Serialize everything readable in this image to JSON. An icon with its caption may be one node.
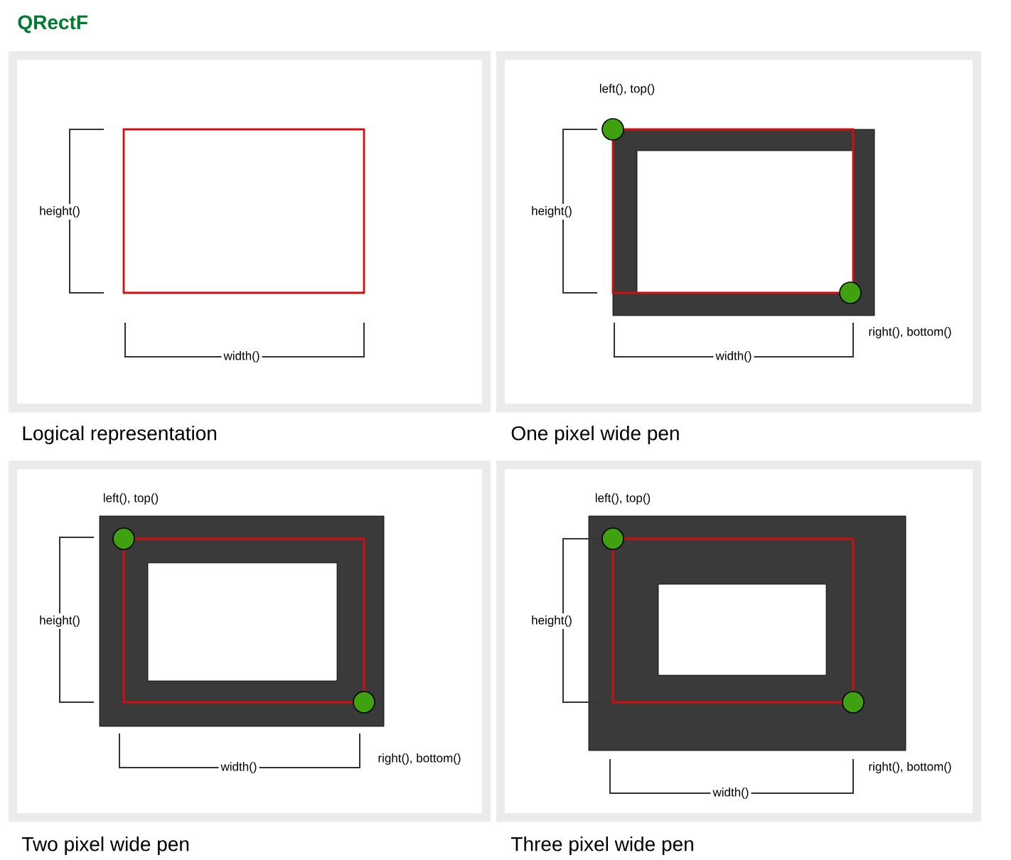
{
  "diagram": {
    "title": "QRectF",
    "nodes": [
      {
        "text": [
          "height()",
          "width()"
        ],
        "beside": [
          "Logical representation"
        ]
      },
      {
        "text": [
          "left(), top()",
          "height()",
          "right(), bottom()",
          "width()"
        ],
        "beside": [
          "One pixel wide pen"
        ]
      },
      {
        "text": [
          "left(), top()",
          "height()",
          "right(), bottom()",
          "width()"
        ],
        "beside": [
          "Two pixel wide pen"
        ]
      },
      {
        "text": [
          "left(), top()",
          "height()",
          "right(), bottom()",
          "width()"
        ],
        "beside": [
          "Three pixel wide pen"
        ]
      }
    ]
  }
}
